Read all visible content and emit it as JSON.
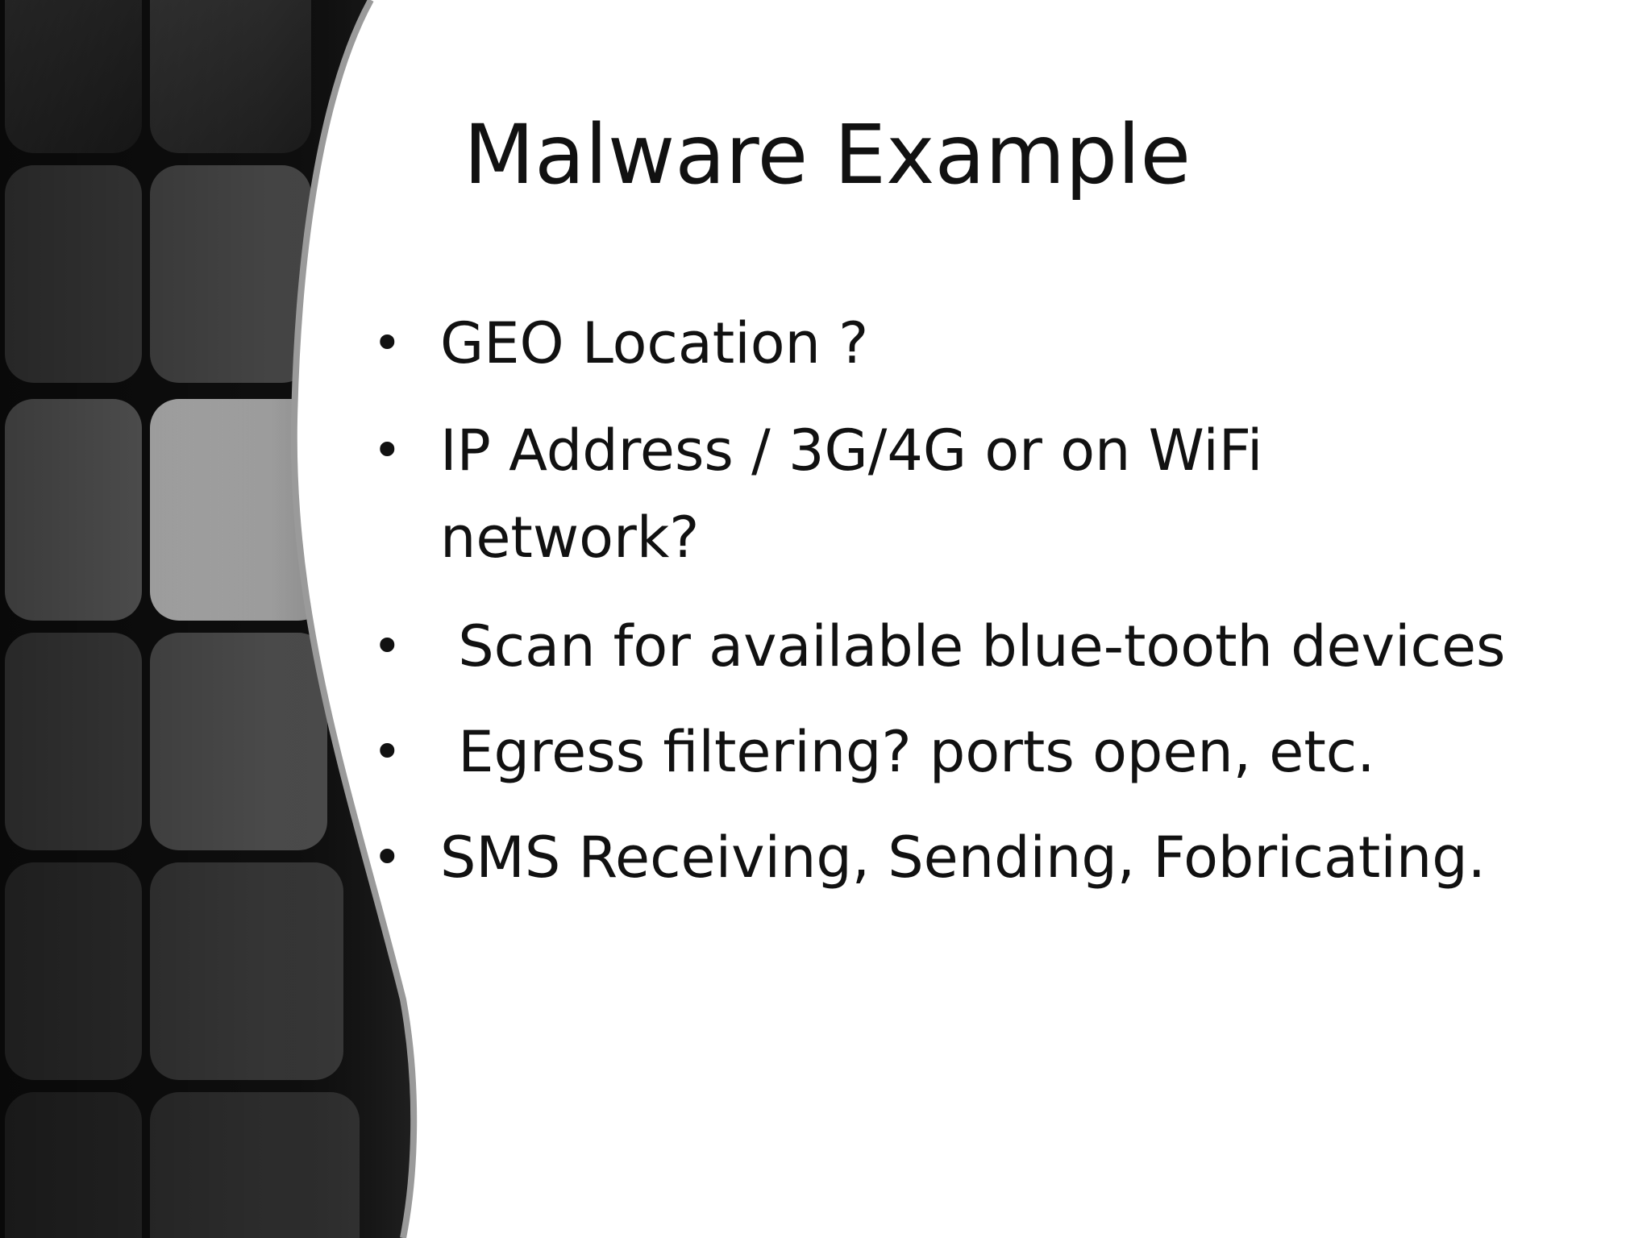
{
  "slide": {
    "title": "Malware Example",
    "bullet_symbol": "•",
    "bullets": [
      {
        "line1": "GEO Location ?",
        "line2": ""
      },
      {
        "line1": "IP Address / 3G/4G or on WiFi",
        "line2": "network?"
      },
      {
        "line1": " Scan for available blue-tooth devices",
        "line2": ""
      },
      {
        "line1": " Egress filtering? ports open, etc.",
        "line2": ""
      },
      {
        "line1": "SMS Receiving, Sending, Fobricating.",
        "line2": ""
      }
    ]
  },
  "colors": {
    "background": "#ffffff",
    "text": "#111111",
    "decor_dark": "#1e1e1e",
    "decor_highlight": "#a8a8a8"
  }
}
